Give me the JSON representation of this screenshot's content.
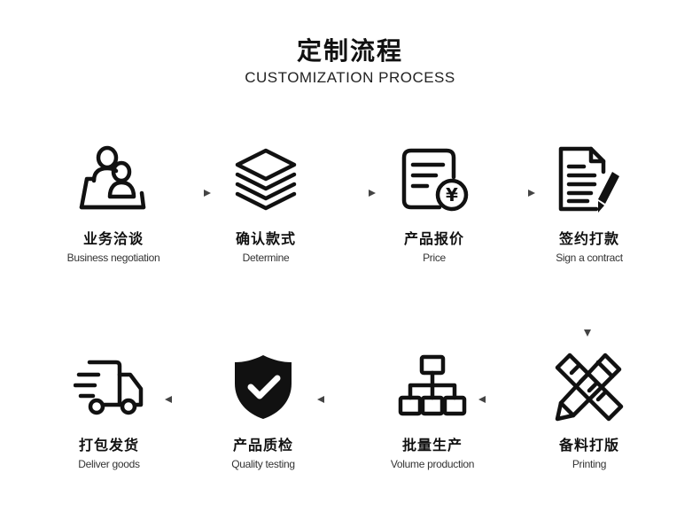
{
  "title": "定制流程",
  "subtitle": "CUSTOMIZATION PROCESS",
  "steps": [
    {
      "cn": "业务洽谈",
      "en": "Business negotiation",
      "icon": "people-icon"
    },
    {
      "cn": "确认款式",
      "en": "Determine",
      "icon": "layers-icon"
    },
    {
      "cn": "产品报价",
      "en": "Price",
      "icon": "price-document-icon"
    },
    {
      "cn": "签约打款",
      "en": "Sign a contract",
      "icon": "contract-pen-icon"
    },
    {
      "cn": "备料打版",
      "en": "Printing",
      "icon": "ruler-pencil-icon"
    },
    {
      "cn": "批量生产",
      "en": "Volume production",
      "icon": "hierarchy-icon"
    },
    {
      "cn": "产品质检",
      "en": "Quality testing",
      "icon": "shield-check-icon"
    },
    {
      "cn": "打包发货",
      "en": "Deliver goods",
      "icon": "delivery-truck-icon"
    }
  ],
  "colors": {
    "ink": "#111111",
    "arrow": "#444444",
    "background": "#ffffff"
  }
}
